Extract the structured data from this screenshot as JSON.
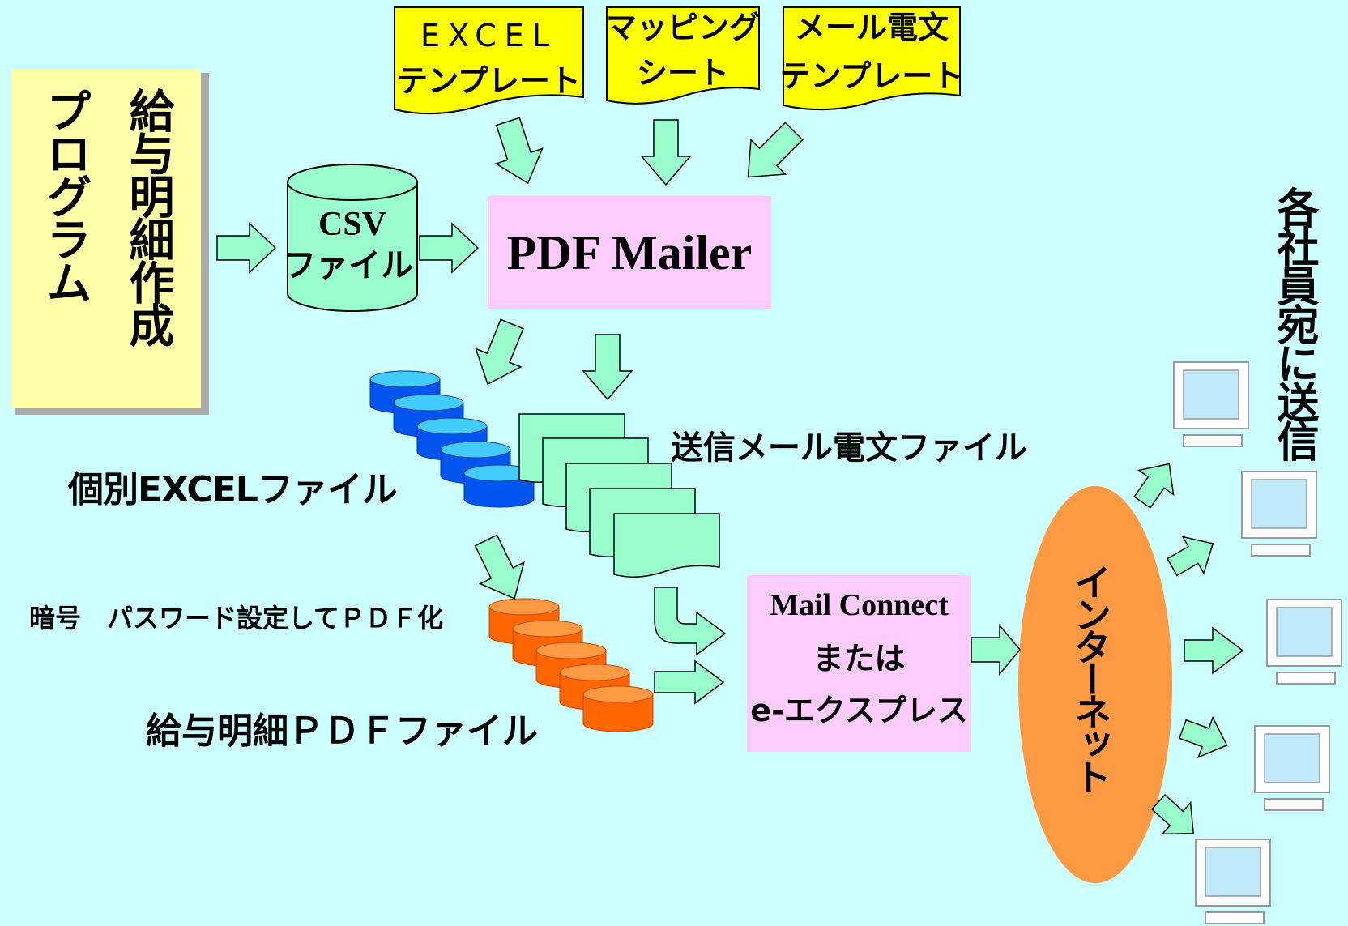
{
  "program": {
    "line1": "給与明細作成",
    "line2": "プログラム"
  },
  "templates": [
    {
      "line1": "EXCEL",
      "line2": "テンプレート"
    },
    {
      "line1": "マッピング",
      "line2": "シート"
    },
    {
      "line1": "メール電文",
      "line2": "テンプレート"
    }
  ],
  "csv": {
    "line1": "CSV",
    "line2": "ファイル"
  },
  "pdf_mailer": "PDF Mailer",
  "mail_file_label": "送信メール電文ファイル",
  "excel_file_label": "個別EXCELファイル",
  "encrypt_label": "暗号　パスワード設定してＰＤＦ化",
  "pdf_file_label": "給与明細ＰＤＦファイル",
  "mail_connect": {
    "line1": "Mail Connect",
    "line2": "または",
    "line3": "e-エクスプレス"
  },
  "internet": "インターネット",
  "send_label": "各社員宛に送信",
  "colors": {
    "background": "#ccffff",
    "arrow": "#99ffcc",
    "yellow": "#ffff00",
    "pink": "#ffccff",
    "internet": "#ff9944",
    "blue_disk": "#0055ff",
    "orange_disk": "#ff6600"
  }
}
